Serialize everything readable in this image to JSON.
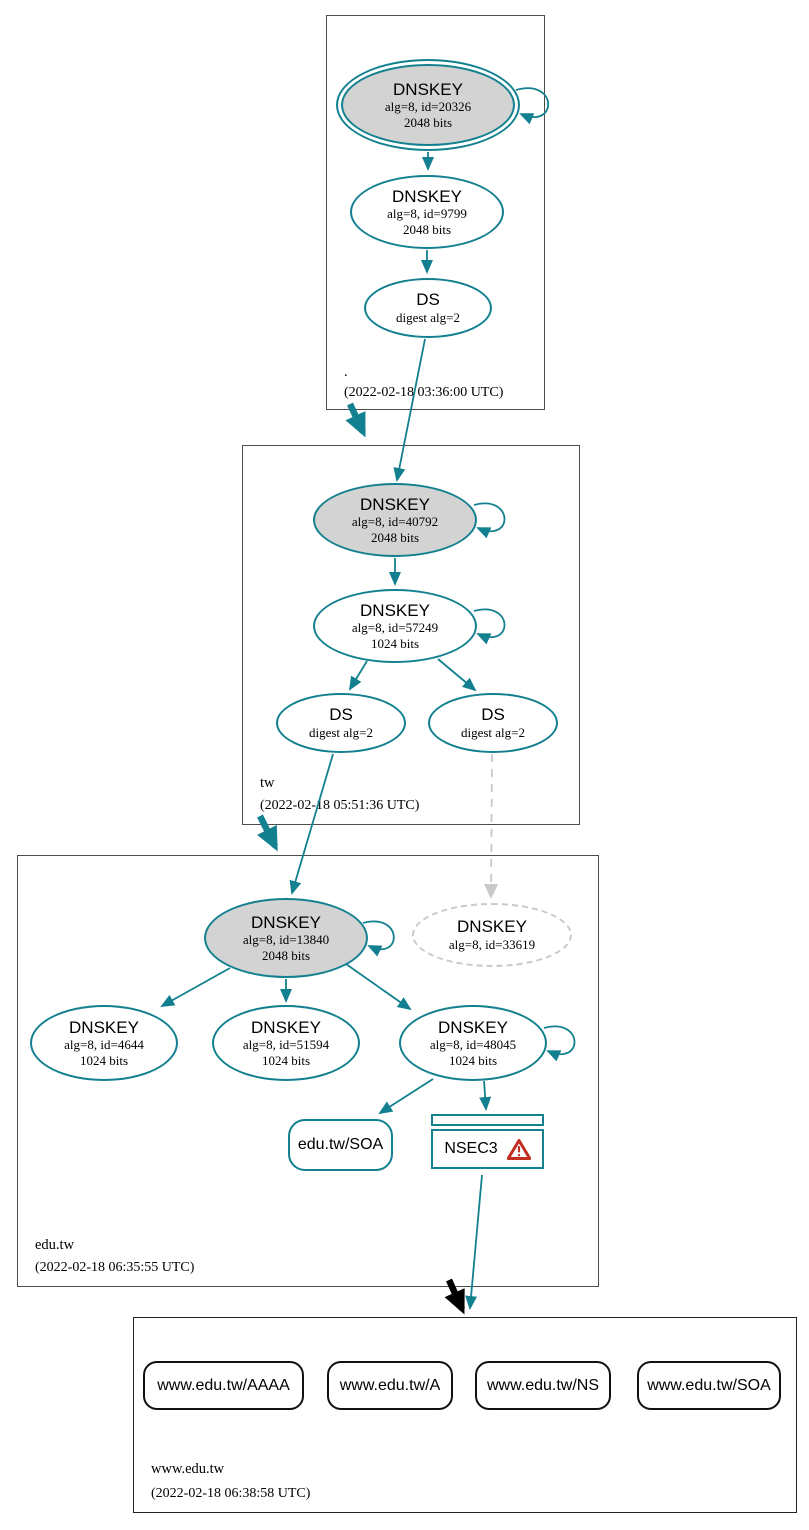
{
  "colors": {
    "secure": "#12808f",
    "warning": "#c22e21",
    "ksk_fill": "#d3d3d3",
    "insecure": "#c9c9c9",
    "zone_border": "#4d4d4d",
    "black": "#000000"
  },
  "zones": {
    "root": {
      "label": ".",
      "timestamp": "(2022-02-18 03:36:00 UTC)"
    },
    "tw": {
      "label": "tw",
      "timestamp": "(2022-02-18 05:51:36 UTC)"
    },
    "edutw": {
      "label": "edu.tw",
      "timestamp": "(2022-02-18 06:35:55 UTC)"
    },
    "www": {
      "label": "www.edu.tw",
      "timestamp": "(2022-02-18 06:38:58 UTC)"
    }
  },
  "nodes": {
    "root_ksk": {
      "type": "DNSKEY",
      "detail": "alg=8, id=20326",
      "size": "2048 bits"
    },
    "root_zsk": {
      "type": "DNSKEY",
      "detail": "alg=8, id=9799",
      "size": "2048 bits"
    },
    "root_ds": {
      "type": "DS",
      "detail": "digest alg=2"
    },
    "tw_ksk": {
      "type": "DNSKEY",
      "detail": "alg=8, id=40792",
      "size": "2048 bits"
    },
    "tw_zsk": {
      "type": "DNSKEY",
      "detail": "alg=8, id=57249",
      "size": "1024 bits"
    },
    "tw_ds_left": {
      "type": "DS",
      "detail": "digest alg=2"
    },
    "tw_ds_right": {
      "type": "DS",
      "detail": "digest alg=2"
    },
    "edutw_ksk": {
      "type": "DNSKEY",
      "detail": "alg=8, id=13840",
      "size": "2048 bits"
    },
    "edutw_missing": {
      "type": "DNSKEY",
      "detail": "alg=8, id=33619"
    },
    "edutw_zsk1": {
      "type": "DNSKEY",
      "detail": "alg=8, id=4644",
      "size": "1024 bits"
    },
    "edutw_zsk2": {
      "type": "DNSKEY",
      "detail": "alg=8, id=51594",
      "size": "1024 bits"
    },
    "edutw_zsk3": {
      "type": "DNSKEY",
      "detail": "alg=8, id=48045",
      "size": "1024 bits"
    },
    "edutw_soa": {
      "label": "edu.tw/SOA"
    },
    "edutw_nsec3": {
      "label": "NSEC3"
    },
    "www_aaaa": {
      "label": "www.edu.tw/AAAA"
    },
    "www_a": {
      "label": "www.edu.tw/A"
    },
    "www_ns": {
      "label": "www.edu.tw/NS"
    },
    "www_soa": {
      "label": "www.edu.tw/SOA"
    }
  }
}
